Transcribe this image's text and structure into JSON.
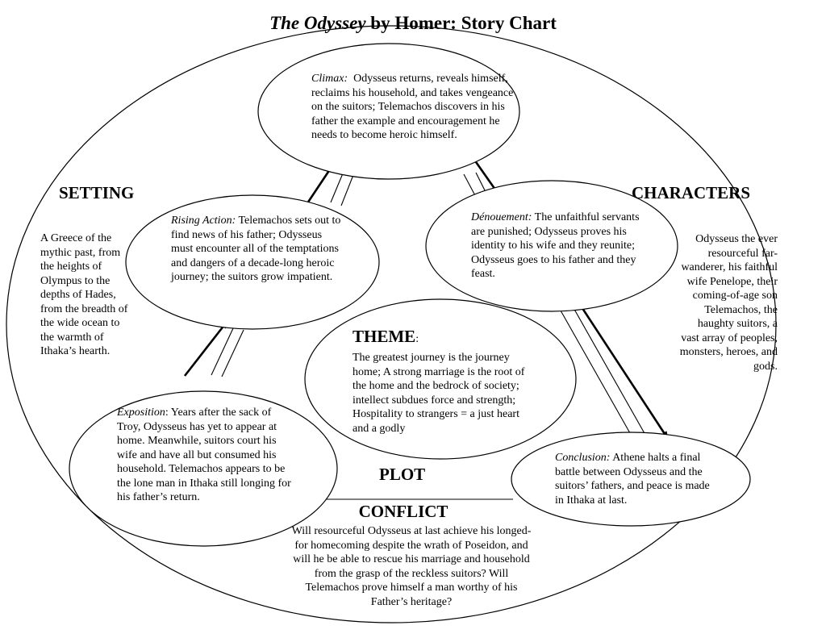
{
  "title": {
    "italic": "The Odyssey",
    "rest": " by Homer: Story Chart"
  },
  "setting": {
    "heading": "SETTING",
    "text": "A Greece of the mythic past, from the heights of Olympus to the depths of Hades, from the breadth of the wide ocean to the warmth of Ithaka’s hearth."
  },
  "characters": {
    "heading": "CHARACTERS",
    "text": "Odysseus the ever resourceful far-wanderer, his faithful wife Penelope, their coming-of-age son Telemachos, the haughty suitors, a vast array of peoples, monsters, heroes, and gods."
  },
  "climax": {
    "label": "Climax:",
    "text": "Odysseus returns, reveals himself, reclaims his household, and takes vengeance on the suitors; Telemachos discovers in his father the example and encouragement he needs to become heroic himself."
  },
  "rising_action": {
    "label": "Rising Action:",
    "text": "Telemachos sets out to find news of his father; Odysseus must encounter all of the temptations and dangers of a decade-long heroic journey; the suitors grow impatient."
  },
  "denouement": {
    "label": "Dénouement:",
    "text": "The unfaithful servants are punished; Odysseus proves his identity to his wife and they reunite; Odysseus goes to his father and they feast."
  },
  "theme": {
    "heading": "THEME",
    "colon": ":",
    "text": "The greatest journey is the journey home; A strong marriage is the root of the home and the bedrock of society; intellect subdues force and strength; Hospitality to strangers = a just heart and a godly"
  },
  "exposition": {
    "label": "Exposition",
    "text": ": Years after the sack of Troy, Odysseus has yet to appear at home. Meanwhile, suitors court his wife and have all but consumed his household. Telemachos appears to be the lone man in Ithaka still longing for his father’s return."
  },
  "conclusion": {
    "label": "Conclusion:",
    "text": "Athene halts a final battle between Odysseus and the suitors’ fathers, and peace is made in Ithaka at last."
  },
  "plot": {
    "heading": "PLOT"
  },
  "conflict": {
    "heading": "CONFLICT",
    "text": "Will resourceful Odysseus at last achieve his longed-for homecoming despite the wrath of Poseidon, and will he be able to rescue his marriage and household from the grasp of the reckless suitors? Will Telemachos prove himself a man worthy of his Father’s heritage?"
  },
  "colors": {
    "ink": "#000000",
    "paper": "#ffffff"
  }
}
